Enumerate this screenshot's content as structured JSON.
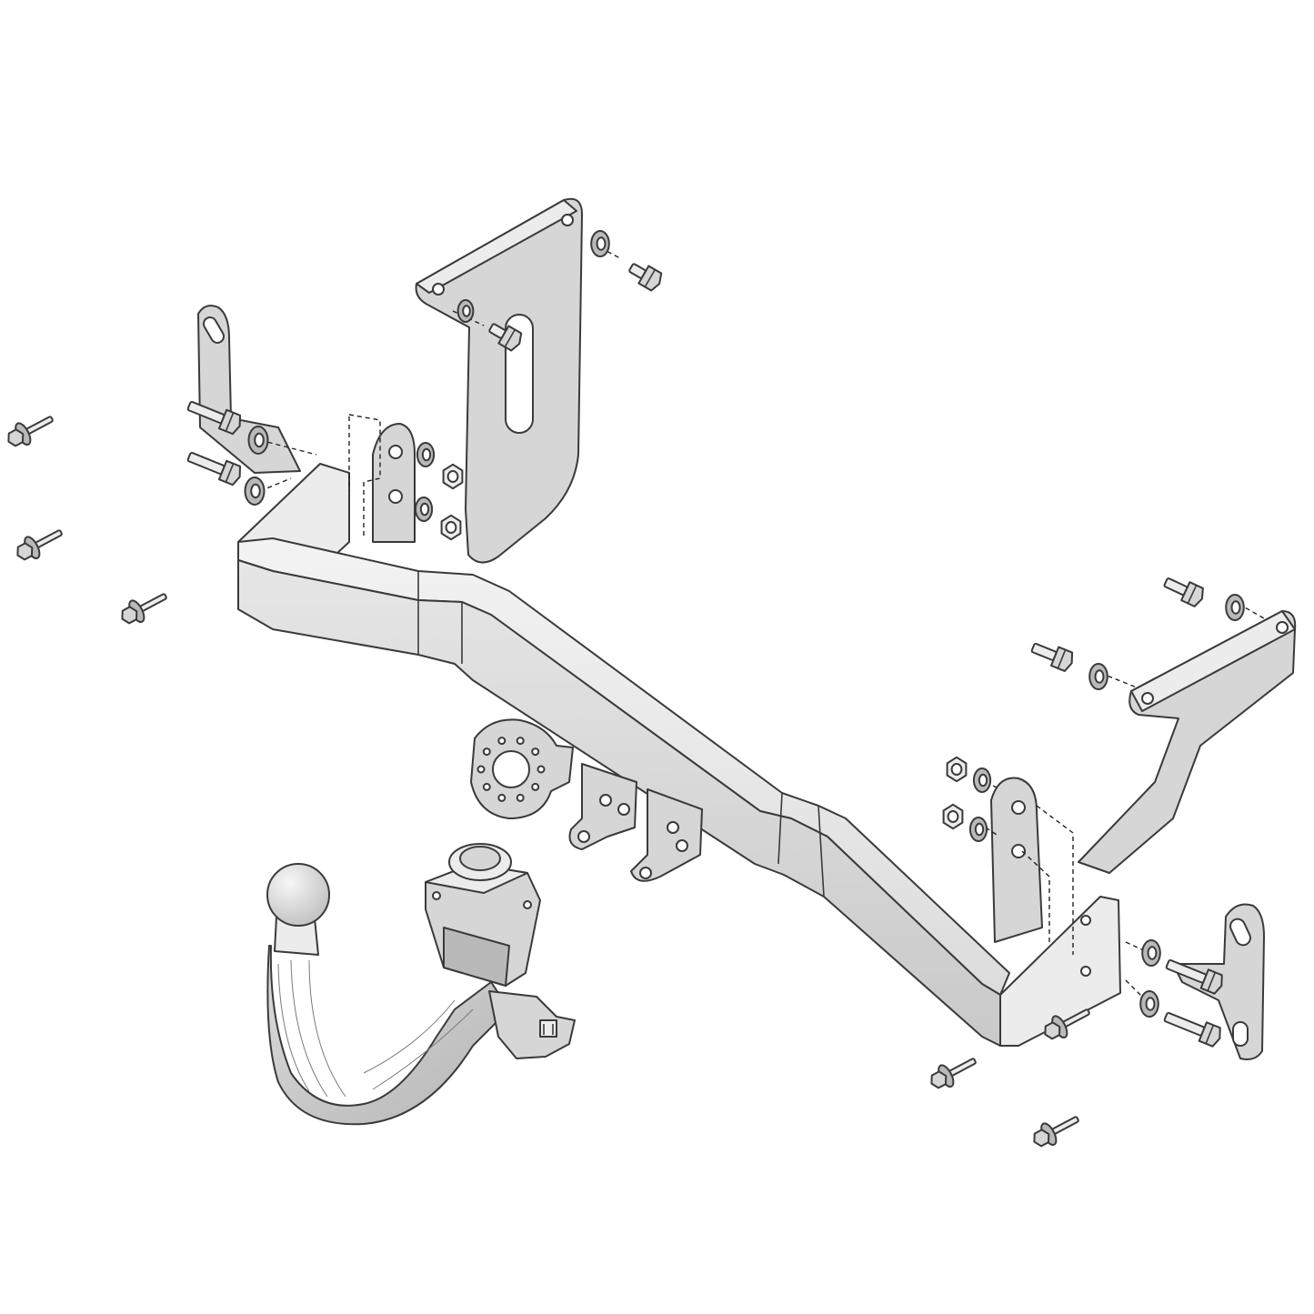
{
  "diagram": {
    "type": "exploded-assembly",
    "colors": {
      "background": "#ffffff",
      "metal_light": "#ececec",
      "metal_mid": "#d6d6d6",
      "metal_dark": "#b9b9b9",
      "outline": "#3a3a3a"
    },
    "components": [
      {
        "id": "crossbar",
        "icon": "tow-bar-crossmember-icon"
      },
      {
        "id": "left-bracket",
        "icon": "mounting-bracket-icon"
      },
      {
        "id": "right-bracket",
        "icon": "mounting-bracket-icon"
      },
      {
        "id": "left-tab",
        "icon": "tab-plate-icon"
      },
      {
        "id": "right-tab",
        "icon": "tab-plate-icon"
      },
      {
        "id": "socket-plate",
        "icon": "socket-plate-icon"
      },
      {
        "id": "tow-ball",
        "icon": "detachable-tow-ball-icon"
      },
      {
        "id": "fasteners",
        "icon": "bolt-nut-washer-icon"
      }
    ]
  }
}
